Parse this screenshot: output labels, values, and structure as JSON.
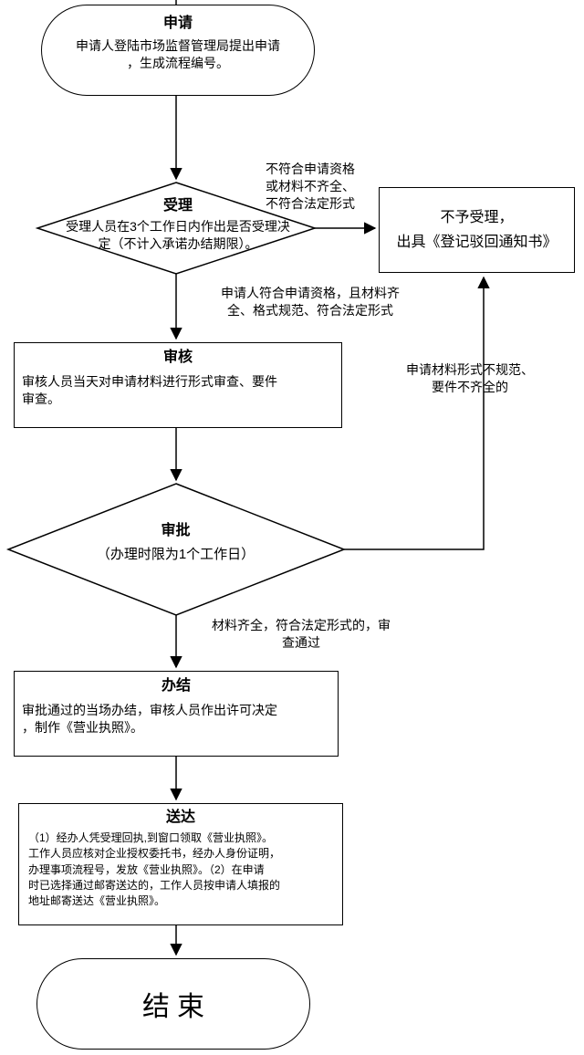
{
  "nodes": {
    "apply": {
      "title": "申请",
      "body": "申请人登陆市场监督管理局提出申请\n，生成流程编号。"
    },
    "accept": {
      "title": "受理",
      "body": "受理人员在3个工作日内作出是否受理决\n定（不计入承诺办结期限）。"
    },
    "reject": {
      "body": "不予受理，\n出具《登记驳回通知书》"
    },
    "review": {
      "title": "审核",
      "body": "审核人员当天对申请材料进行形式审查、要件\n审查。"
    },
    "approve": {
      "title": "审批",
      "subtitle": "（办理时限为1个工作日）"
    },
    "complete": {
      "title": "办结",
      "body": "审批通过的当场办结，审核人员作出许可决定\n，制作《营业执照》。"
    },
    "deliver": {
      "title": "送达",
      "body": "（1）经办人凭受理回执,到窗口领取《营业执照》。\n工作人员应核对企业授权委托书，经办人身份证明，\n办理事项流程号，发放《营业执照》。（2）在申请\n时已选择通过邮寄送达的，工作人员按申请人填报的\n地址邮寄送达《营业执照》。"
    },
    "end": {
      "title": "结束"
    }
  },
  "edge_labels": {
    "reject_reason": "不符合申请资格\n或材料不齐全、\n不符合法定形式",
    "accept_pass": "申请人符合申请资格，且材料齐\n全、格式规范、符合法定形式",
    "review_fail": "申请材料形式不规范、\n要件不齐全的",
    "approve_pass": "材料齐全，符合法定形式的，审\n查通过"
  },
  "colors": {
    "stroke": "#000000",
    "fill": "#ffffff",
    "text": "#000000"
  }
}
